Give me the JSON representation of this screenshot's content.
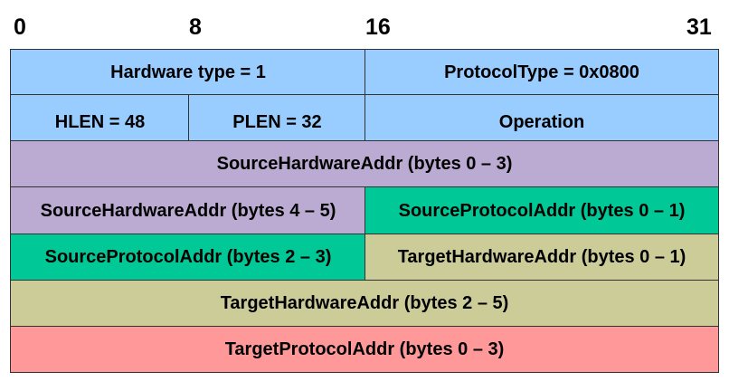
{
  "bit_labels": [
    "0",
    "8",
    "16",
    "31"
  ],
  "rows": [
    {
      "cells": [
        "Hardware type = 1",
        "ProtocolType = 0x0800"
      ]
    },
    {
      "cells": [
        "HLEN = 48",
        "PLEN = 32",
        "Operation"
      ]
    },
    {
      "cells": [
        "SourceHardwareAddr (bytes 0 – 3)"
      ]
    },
    {
      "cells": [
        "SourceHardwareAddr (bytes 4 – 5)",
        "SourceProtocolAddr (bytes 0 – 1)"
      ]
    },
    {
      "cells": [
        "SourceProtocolAddr (bytes 2 – 3)",
        "TargetHardwareAddr (bytes 0 – 1)"
      ]
    },
    {
      "cells": [
        "TargetHardwareAddr (bytes 2 – 5)"
      ]
    },
    {
      "cells": [
        "TargetProtocolAddr (bytes 0 – 3)"
      ]
    }
  ],
  "colors": {
    "header_fields": "#99ccff",
    "source_hardware": "#bbaad2",
    "source_protocol": "#00c896",
    "target_hardware": "#cccc99",
    "target_protocol": "#ff9999"
  }
}
